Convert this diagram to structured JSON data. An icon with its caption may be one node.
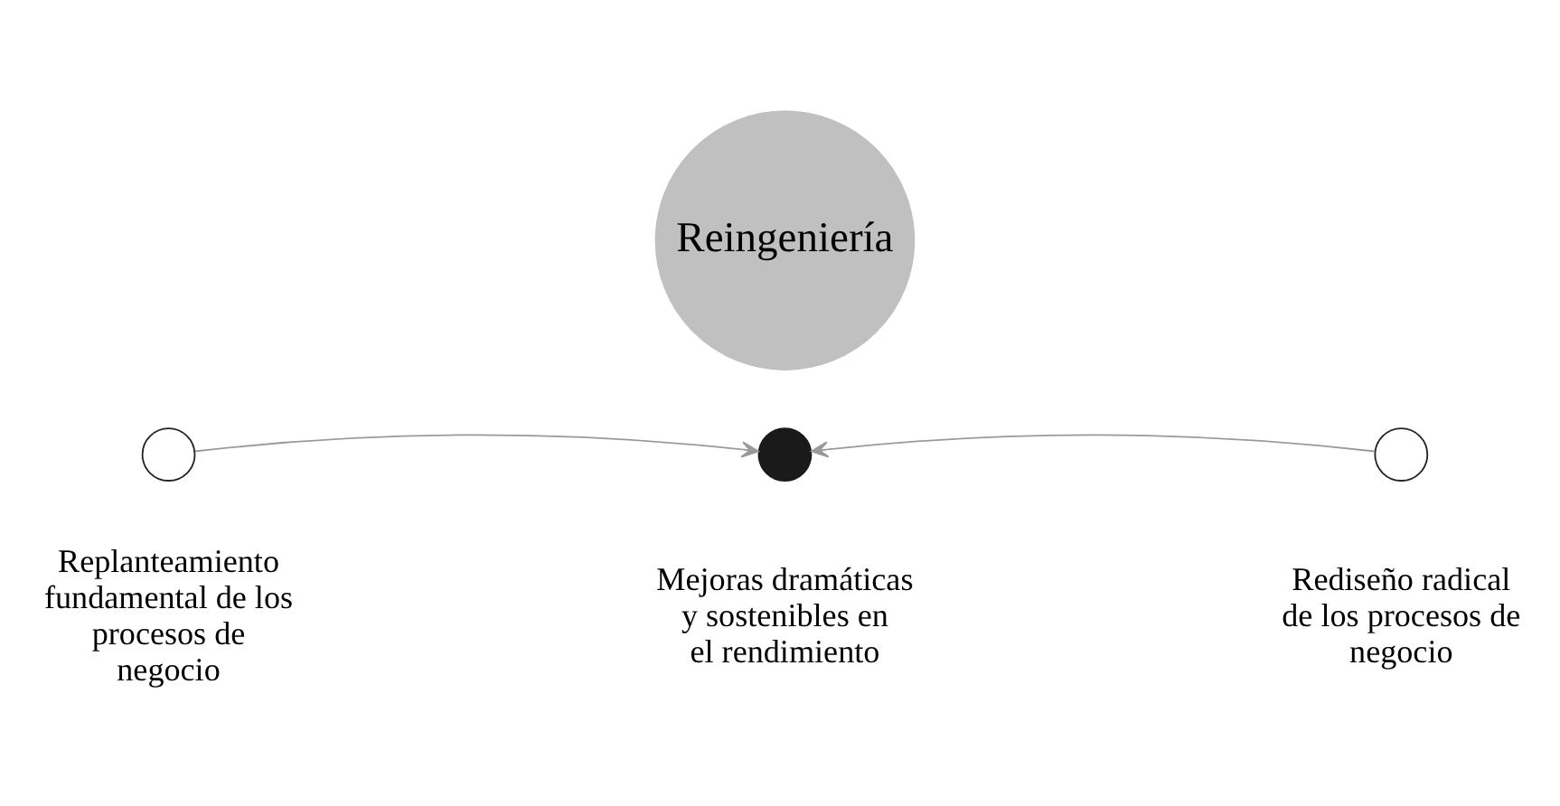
{
  "diagram": {
    "nodes": [
      {
        "text": [
          "Reingeniería"
        ]
      },
      {
        "text": [],
        "shape": "circle",
        "beside": [
          "Replanteamiento fundamental de los procesos de negocio"
        ]
      },
      {
        "text": [],
        "shape": "circle",
        "beside": [
          "Mejoras dramáticas y sostenibles en el rendimiento"
        ]
      },
      {
        "text": [],
        "shape": "circle",
        "beside": [
          "Rediseño radical de los procesos de negocio"
        ]
      }
    ],
    "edges": [
      {
        "from": 1,
        "to": 2,
        "arrow": "to"
      },
      {
        "from": 3,
        "to": 2,
        "arrow": "to"
      }
    ]
  }
}
